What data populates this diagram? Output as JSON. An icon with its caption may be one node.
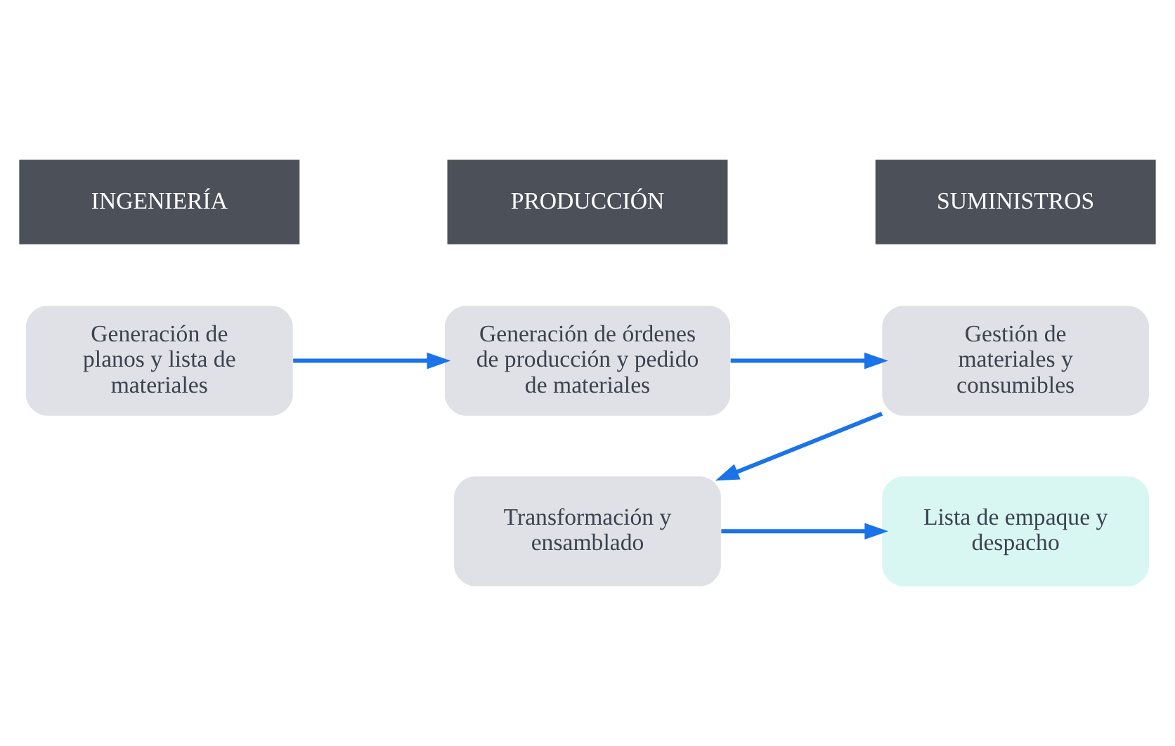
{
  "diagram": {
    "nodes": [
      {
        "text": [
          "INGENIERÍA"
        ]
      },
      {
        "text": [
          "PRODUCCIÓN"
        ]
      },
      {
        "text": [
          "SUMINISTROS"
        ]
      },
      {
        "text": [
          "Generación de planos y lista de materiales"
        ]
      },
      {
        "text": [
          "Generación de órdenes de producción y pedido de materiales"
        ]
      },
      {
        "text": [
          "Transformación y ensamblado"
        ]
      },
      {
        "text": [
          "Gestión de materiales y consumibles"
        ]
      },
      {
        "text": [
          "Lista de empaque y despacho"
        ]
      }
    ],
    "edges": [
      {
        "from": 3,
        "to": 4,
        "arrow": "to"
      },
      {
        "from": 4,
        "to": 6,
        "arrow": "to"
      },
      {
        "from": 6,
        "to": 5,
        "arrow": "to"
      },
      {
        "from": 5,
        "to": 7,
        "arrow": "to"
      }
    ]
  }
}
